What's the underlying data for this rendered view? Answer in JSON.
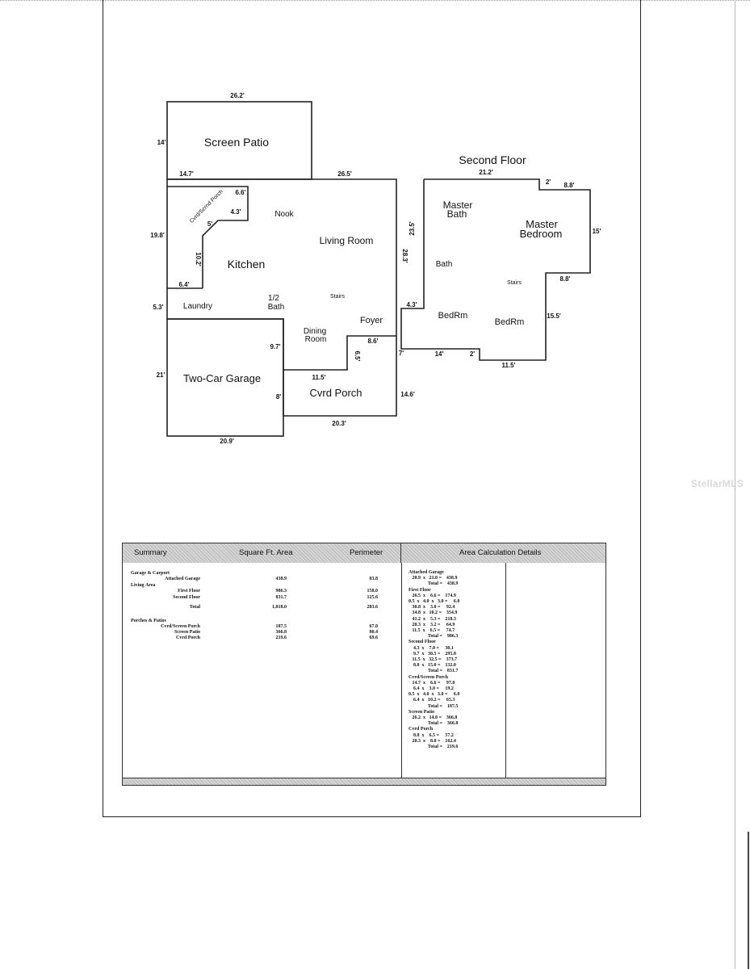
{
  "floor_plan": {
    "dimensions": {
      "patio_top": "26.2'",
      "patio_left": "14'",
      "patio_bottom": "14.7'",
      "top_right": "26.5'",
      "left_main": "19.8'",
      "porch_6_6": "6.6'",
      "porch_4_3": "4.3'",
      "porch_5": "5'",
      "kitchen_10_2": "10.2'",
      "kitchen_6_4": "6.4'",
      "laundry_5_3": "5.3'",
      "right_28_3": "28.3'",
      "dining_9_7": "9.7'",
      "foyer_8_6": "8.6'",
      "porch_6_5": "6.5'",
      "porch_11_5": "11.5'",
      "garage_21": "21'",
      "garage_8": "8'",
      "porch_14_6": "14.6'",
      "porch_20_3": "20.3'",
      "garage_20_9": "20.9'",
      "second_21_2": "21.2'",
      "second_2a": "2'",
      "second_8_8a": "8.8'",
      "second_23_5": "23.5'",
      "second_15": "15'",
      "second_8_8b": "8.8'",
      "second_4_3": "4.3'",
      "second_15_5": "15.5'",
      "second_7": "7'",
      "second_14": "14'",
      "second_2b": "2'",
      "second_11_5": "11.5'"
    },
    "labels": {
      "screen_patio": "Screen Patio",
      "second_floor": "Second Floor",
      "cvrd_scrnd_porch": "Cvrd/Scrnd Porch",
      "nook": "Nook",
      "living_room": "Living Room",
      "kitchen": "Kitchen",
      "laundry": "Laundry",
      "half_bath_1": "1/2",
      "half_bath_2": "Bath",
      "stairs_1": "Stairs",
      "foyer": "Foyer",
      "dining_1": "Dining",
      "dining_2": "Room",
      "garage": "Two-Car Garage",
      "cvrd_porch": "Cvrd Porch",
      "master_bath_1": "Master",
      "master_bath_2": "Bath",
      "master_bed_1": "Master",
      "master_bed_2": "Bedroom",
      "bath": "Bath",
      "stairs_2": "Stairs",
      "bedrm_1": "BedRm",
      "bedrm_2": "BedRm"
    }
  },
  "watermark": "StellarMLS",
  "summary_table": {
    "headers": {
      "summary": "Summary",
      "area": "Square Ft. Area",
      "perimeter": "Perimeter",
      "details": "Area Calculation Details"
    },
    "rows": [
      {
        "label": "Garage & Carport",
        "area": "",
        "perimeter": ""
      },
      {
        "label": "Attached Garage",
        "area": "438.9",
        "perimeter": "83.8"
      },
      {
        "label": "Living Area",
        "area": "",
        "perimeter": ""
      },
      {
        "label": "First Floor",
        "area": "986.3",
        "perimeter": "158.0"
      },
      {
        "label": "Second Floor",
        "area": "831.7",
        "perimeter": "125.6"
      },
      {
        "label": "Total",
        "area": "1,818.0",
        "perimeter": "283.6"
      },
      {
        "label": "Porches & Patios",
        "area": "",
        "perimeter": ""
      },
      {
        "label": "Cvrd/Screen Porch",
        "area": "187.5",
        "perimeter": "67.0"
      },
      {
        "label": "Screen Patio",
        "area": "366.8",
        "perimeter": "80.4"
      },
      {
        "label": "Cvrd Porch",
        "area": "219.6",
        "perimeter": "69.6"
      }
    ],
    "details": [
      "Attached Garage",
      "   20.9  x   21.0 =    438.9",
      "                Total =    438.9",
      "First Floor",
      "   26.5  x    6.6 =    174.9",
      "0.5  x   4.0  x   3.0 =     6.0",
      "   30.8  x    3.0 =     92.4",
      "   34.8  x   10.2 =    354.9",
      "   41.2  x    5.3 =    218.3",
      "   20.3  x    3.2 =     64.9",
      "   11.5  x    6.5 =     74.7",
      "                Total =    986.3",
      "Second Floor",
      "    4.3  x    7.0 =     30.1",
      "    9.7  x   30.5 =    295.8",
      "   11.5  x   32.5 =    373.7",
      "    8.8  x   15.0 =    132.0",
      "                Total =    831.7",
      "Cvrd/Screen Porch",
      "   14.7  x    6.6 =     97.0",
      "    6.4  x    3.0 =     19.2",
      "0.5  x   4.0  x   3.0 =     6.0",
      "    6.4  x   10.2 =     65.3",
      "                Total =    187.5",
      "Screen Patio",
      "   26.2  x   14.0 =    366.8",
      "                Total =    366.8",
      "Cvrd Porch",
      "    8.8  x    6.5 =     57.2",
      "   20.3  x    8.0 =    162.4",
      "                Total =    219.6"
    ]
  }
}
